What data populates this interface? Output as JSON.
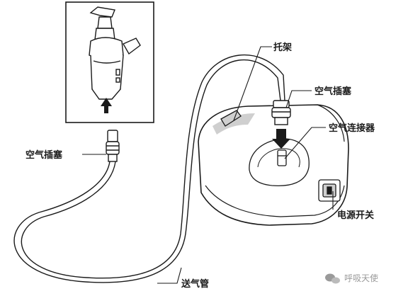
{
  "labels": {
    "bracket": "托架",
    "air_plug_right": "空气插塞",
    "air_plug_left": "空气插塞",
    "air_connector": "空气连接器",
    "air_tube": "送气管",
    "power_switch": "电源开关"
  },
  "watermark": {
    "text": "呼吸天使",
    "icon": "wechat-icon"
  },
  "colors": {
    "line": "#1a1a1a",
    "fill": "#ffffff",
    "shade": "#cfcfcf",
    "watermark": "#9a9a9a"
  }
}
